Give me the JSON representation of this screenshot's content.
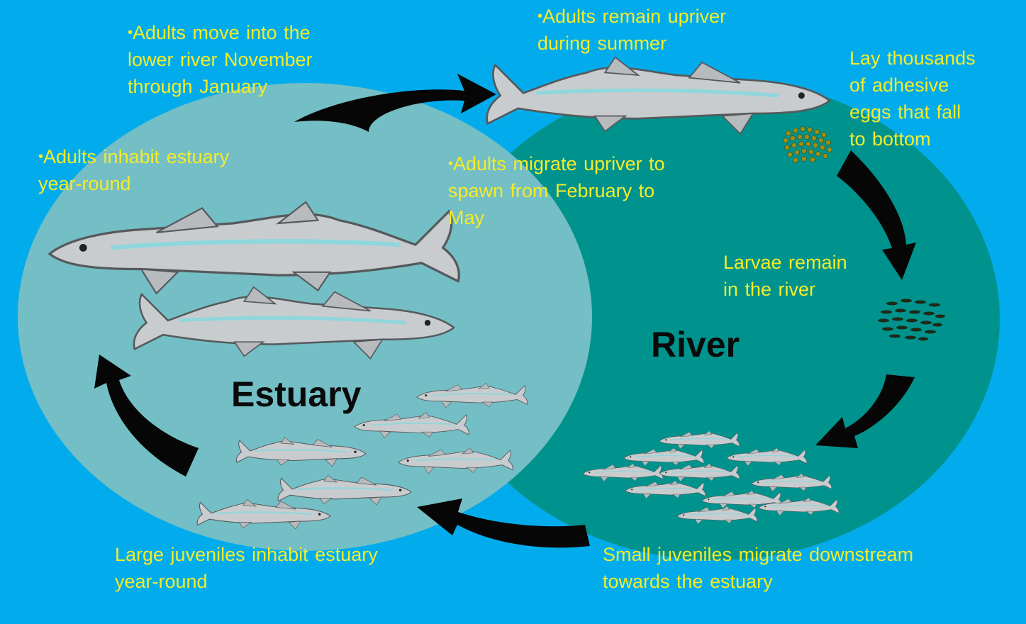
{
  "regions": {
    "estuary": "Estuary",
    "river": "River"
  },
  "labels": {
    "move_lower_river": "Adults move into the\nlower river November\nthrough January",
    "remain_upriver": "Adults remain upriver\nduring summer",
    "lay_eggs": "Lay thousands\nof adhesive\neggs that fall\nto bottom",
    "inhabit_estuary": "Adults inhabit estuary\nyear-round",
    "migrate_upriver": "Adults  migrate upriver to\nspawn from February to\nMay",
    "larvae": "Larvae remain\nin the river",
    "small_juveniles": "Small juveniles migrate downstream\ntowards the estuary",
    "large_juveniles": "Large juveniles inhabit estuary\nyear-round"
  },
  "colors": {
    "background": "#02acec",
    "estuary": "#74bec5",
    "river": "#00938d",
    "label_text": "#f4ec2a",
    "arrow": "#060606"
  },
  "icons": [
    "sturgeon-fish-icon",
    "egg-cluster-icon",
    "larvae-cluster-icon",
    "cycle-arrow-icon"
  ]
}
